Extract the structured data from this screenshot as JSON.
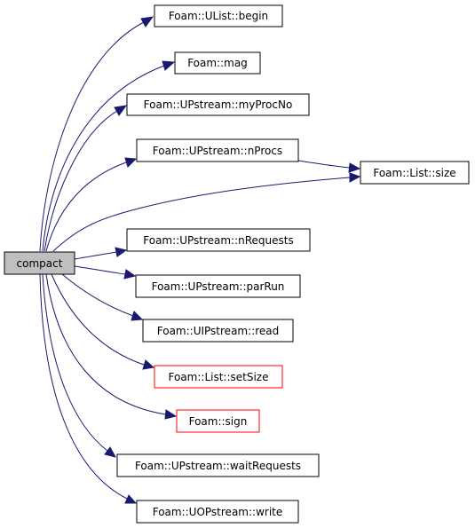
{
  "graph": {
    "root": {
      "label": "compact",
      "fill": "#bfbfbf",
      "border": "#000000"
    },
    "nodes": [
      {
        "label": "Foam::UList::begin",
        "border": "#000000"
      },
      {
        "label": "Foam::mag",
        "border": "#000000"
      },
      {
        "label": "Foam::UPstream::myProcNo",
        "border": "#000000"
      },
      {
        "label": "Foam::UPstream::nProcs",
        "border": "#000000"
      },
      {
        "label": "Foam::List::size",
        "border": "#000000"
      },
      {
        "label": "Foam::UPstream::nRequests",
        "border": "#000000"
      },
      {
        "label": "Foam::UPstream::parRun",
        "border": "#000000"
      },
      {
        "label": "Foam::UIPstream::read",
        "border": "#000000"
      },
      {
        "label": "Foam::List::setSize",
        "border": "#ff0000"
      },
      {
        "label": "Foam::sign",
        "border": "#ff0000"
      },
      {
        "label": "Foam::UPstream::waitRequests",
        "border": "#000000"
      },
      {
        "label": "Foam::UOPstream::write",
        "border": "#000000"
      }
    ],
    "edges": [
      {
        "from": "compact",
        "to": "Foam::UList::begin"
      },
      {
        "from": "compact",
        "to": "Foam::mag"
      },
      {
        "from": "compact",
        "to": "Foam::UPstream::myProcNo"
      },
      {
        "from": "compact",
        "to": "Foam::UPstream::nProcs"
      },
      {
        "from": "compact",
        "to": "Foam::List::size"
      },
      {
        "from": "compact",
        "to": "Foam::UPstream::nRequests"
      },
      {
        "from": "compact",
        "to": "Foam::UPstream::parRun"
      },
      {
        "from": "compact",
        "to": "Foam::UIPstream::read"
      },
      {
        "from": "compact",
        "to": "Foam::List::setSize"
      },
      {
        "from": "compact",
        "to": "Foam::sign"
      },
      {
        "from": "compact",
        "to": "Foam::UPstream::waitRequests"
      },
      {
        "from": "compact",
        "to": "Foam::UOPstream::write"
      },
      {
        "from": "Foam::UPstream::nProcs",
        "to": "Foam::List::size"
      }
    ],
    "edge_color": "#191970"
  }
}
